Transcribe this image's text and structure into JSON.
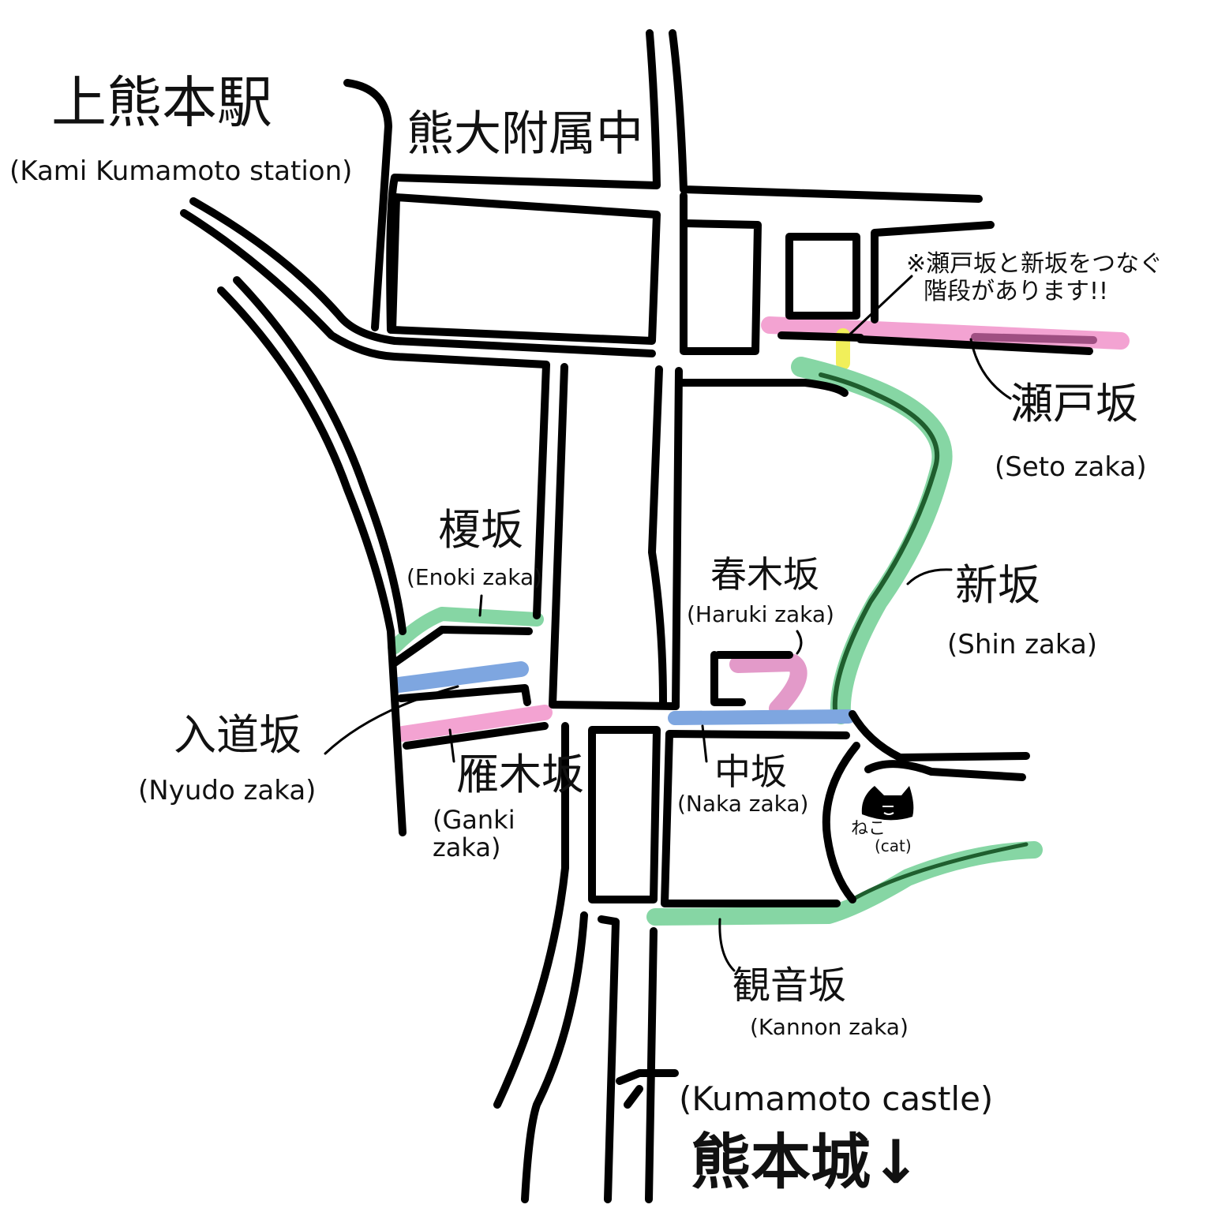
{
  "title_station": {
    "jp": "上熊本駅",
    "en": "(Kami Kumamoto station)"
  },
  "school": "熊大附属中",
  "castle": {
    "jp": "熊本城↓",
    "en": "(Kumamoto castle)"
  },
  "note": {
    "line1": "※瀬戸坂と新坂をつなぐ",
    "line2": "階段があります!!"
  },
  "slopes": [
    {
      "jp": "瀬戸坂",
      "en": "(Seto zaka)",
      "color": "#f3a3d2"
    },
    {
      "jp": "新坂",
      "en": "(Shin zaka)",
      "color": "#86d6a4"
    },
    {
      "jp": "榎坂",
      "en": "(Enoki zaka)",
      "color": "#86d6a4"
    },
    {
      "jp": "春木坂",
      "en": "(Haruki zaka)",
      "color": "#f3a3d2"
    },
    {
      "jp": "入道坂",
      "en": "(Nyudo zaka)",
      "color": "#7ea6e0"
    },
    {
      "jp": "雁木坂",
      "en": "(Ganki zaka)",
      "color": "#f3a3d2"
    },
    {
      "jp": "中坂",
      "en": "(Naka zaka)",
      "color": "#7ea6e0"
    },
    {
      "jp": "観音坂",
      "en": "(Kannon zaka)",
      "color": "#86d6a4"
    }
  ],
  "stairs_color": "#f1ef5a",
  "cat": {
    "jp": "ねこ",
    "en": "(cat)"
  }
}
